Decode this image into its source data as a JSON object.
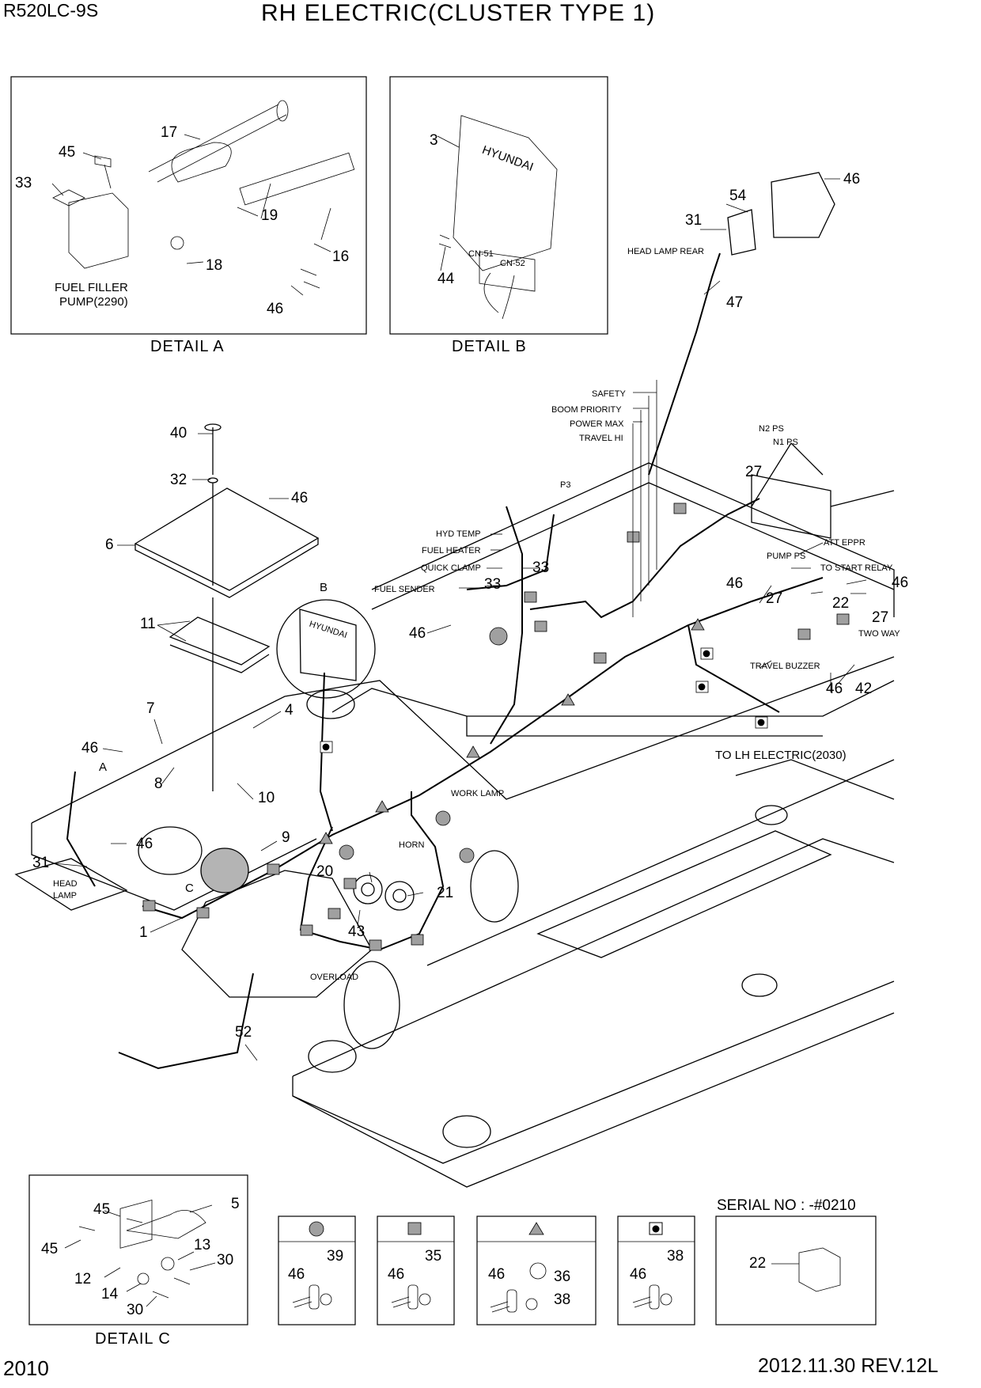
{
  "header": {
    "model": "R520LC-9S",
    "title": "RH ELECTRIC(CLUSTER TYPE 1)"
  },
  "footer": {
    "page_number": "2010",
    "revision": "2012.11.30  REV.12L"
  },
  "details": {
    "a": {
      "caption": "DETAIL  A",
      "pump_label_1": "FUEL FILLER",
      "pump_label_2": "PUMP(2290)",
      "callouts": {
        "c17": "17",
        "c45": "45",
        "c33": "33",
        "c19": "19",
        "c16": "16",
        "c18": "18",
        "c46": "46"
      }
    },
    "b": {
      "caption": "DETAIL  B",
      "brand": "HYUNDAI",
      "cn51": "CN-51",
      "cn52": "CN-52",
      "callouts": {
        "c3": "3",
        "c44": "44"
      }
    },
    "c": {
      "caption": "DETAIL  C",
      "callouts": {
        "c45a": "45",
        "c5": "5",
        "c45b": "45",
        "c13": "13",
        "c30a": "30",
        "c12": "12",
        "c14": "14",
        "c30b": "30"
      }
    }
  },
  "labels": {
    "head_lamp_rear": "HEAD LAMP REAR",
    "safety": "SAFETY",
    "boom_priority": "BOOM PRIORITY",
    "power_max": "POWER MAX",
    "travel_hi": "TRAVEL HI",
    "n2ps": "N2 PS",
    "n1ps": "N1 PS",
    "p3": "P3",
    "hyd_temp": "HYD TEMP",
    "fuel_heater": "FUEL HEATER",
    "quick_clamp": "QUICK CLAMP",
    "fuel_sender": "FUEL SENDER",
    "att_eppr": "ATT EPPR",
    "pump_ps": "PUMP PS",
    "to_start_relay": "TO START RELAY",
    "two_way": "TWO WAY",
    "travel_buzzer": "TRAVEL BUZZER",
    "to_lh_electric": "TO LH ELECTRIC(2030)",
    "work_lamp": "WORK LAMP",
    "horn": "HORN",
    "head_lamp_1": "HEAD",
    "head_lamp_2": "LAMP",
    "overload": "OVERLOAD",
    "detail_b_ref": "B",
    "detail_a_ref": "A",
    "detail_c_ref": "C",
    "hyundai": "HYUNDAI"
  },
  "callouts": {
    "c46_top": "46",
    "c54": "54",
    "c31_top": "31",
    "c47": "47",
    "c40": "40",
    "c32": "32",
    "c46_plate": "46",
    "c6": "6",
    "c11": "11",
    "c7": "7",
    "c4": "4",
    "c46_left": "46",
    "c8": "8",
    "c10": "10",
    "c9": "9",
    "c46_mid": "46",
    "c31_left": "31",
    "c1": "1",
    "c27_top": "27",
    "c33_a": "33",
    "c33_b": "33",
    "c46_fs": "46",
    "c46_r": "46",
    "c27_mid": "27",
    "c22": "22",
    "c27_r": "27",
    "c46_rr": "46",
    "c46_tb": "46",
    "c42": "42",
    "c20": "20",
    "c21": "21",
    "c43": "43",
    "c52": "52"
  },
  "legend": {
    "circle": {
      "symbol": "circle-icon",
      "c46": "46",
      "part": "39"
    },
    "square": {
      "symbol": "square-icon",
      "c46": "46",
      "part": "35"
    },
    "triangle": {
      "symbol": "triangle-icon",
      "c46": "46",
      "part_a": "36",
      "part_b": "38"
    },
    "dotbox": {
      "symbol": "filled-square-icon",
      "c46": "46",
      "part": "38"
    }
  },
  "serial": {
    "label": "SERIAL NO : -#0210",
    "part": "22"
  }
}
